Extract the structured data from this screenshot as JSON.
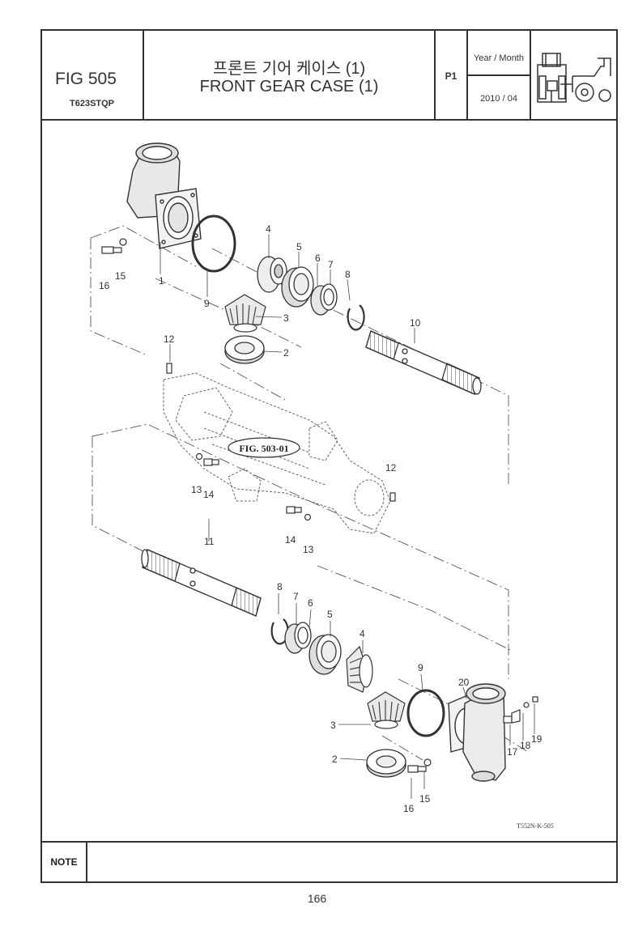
{
  "header": {
    "fig_number": "FIG 505",
    "model": "T623STQP",
    "title_kr": "프론트 기어 케이스 (1)",
    "title_en": "FRONT GEAR CASE (1)",
    "page_label": "P1",
    "date_label": "Year / Month",
    "date_value": "2010 / 04",
    "tractor_icon": "tractor-icon"
  },
  "diagram": {
    "reference_fig": "FIG. 503-01",
    "drawing_code": "T552N-K-505",
    "callouts": {
      "c1": "1",
      "c2": "2",
      "c3": "3",
      "c4": "4",
      "c5": "5",
      "c6": "6",
      "c7": "7",
      "c8": "8",
      "c9": "9",
      "c10": "10",
      "c12a": "12",
      "c15a": "15",
      "c16a": "16",
      "c13a": "13",
      "c14a": "14",
      "c12b": "12",
      "c14b": "14",
      "c13b": "13",
      "c11": "11",
      "c8b": "8",
      "c7b": "7",
      "c6b": "6",
      "c5b": "5",
      "c4b": "4",
      "c9b": "9",
      "c20": "20",
      "c3b": "3",
      "c2b": "2",
      "c17": "17",
      "c18": "18",
      "c19": "19",
      "c15b": "15",
      "c16b": "16"
    }
  },
  "note": {
    "label": "NOTE",
    "content": ""
  },
  "footer": {
    "page_number": "166"
  }
}
